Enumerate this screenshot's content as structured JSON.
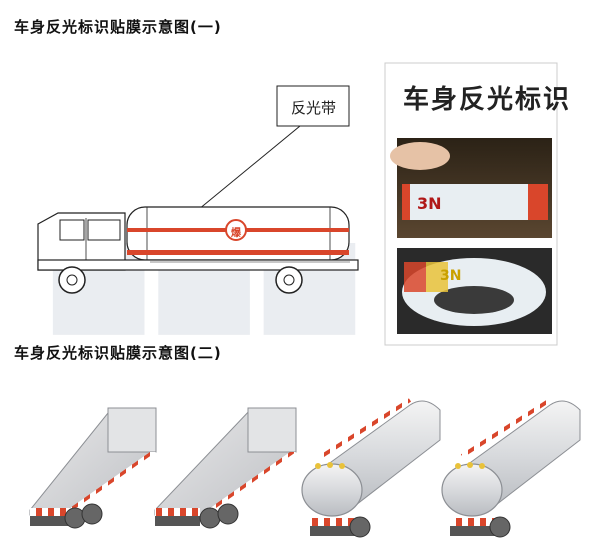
{
  "diagram": {
    "title_1": "车身反光标识贴膜示意图(一)",
    "title_2": "车身反光标识贴膜示意图(二)",
    "callout_label": "反光带",
    "tank_mark": "爆",
    "photo_title": "车身反光标识",
    "tape_brand": "3N",
    "colors": {
      "stripe_red": "#d9462b",
      "reflective_white": "#e8eef2",
      "watermark": "#9aa4b8"
    }
  }
}
